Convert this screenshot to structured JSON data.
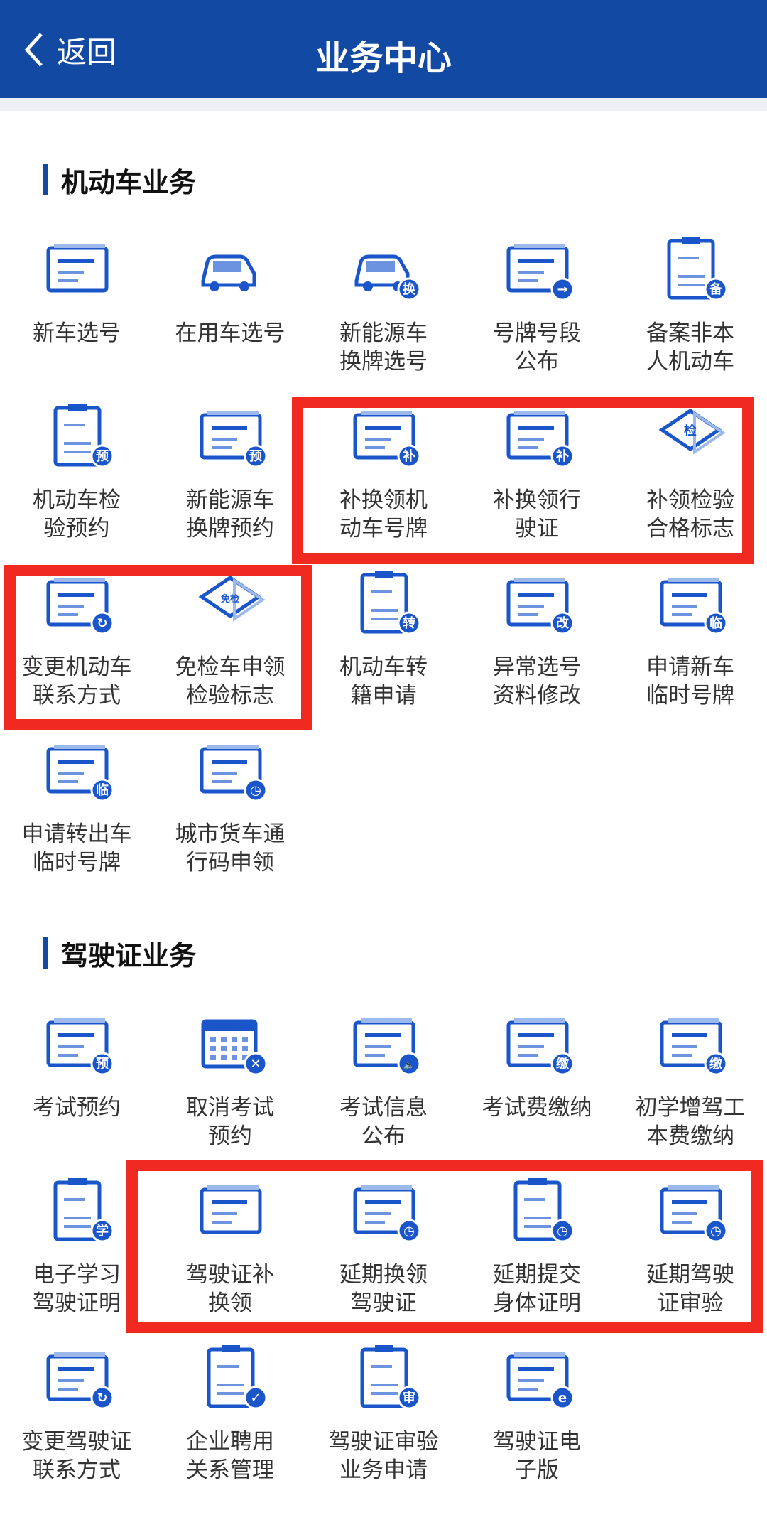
{
  "header": {
    "back_label": "返回",
    "title": "业务中心"
  },
  "colors": {
    "header": "#1249a3",
    "icon": "#1a56c9",
    "highlight": "#f02a20"
  },
  "sections": [
    {
      "title": "机动车业务",
      "items": [
        {
          "label": "新车选号",
          "icon": "plate-select-icon",
          "badge": ""
        },
        {
          "label": "在用车选号",
          "icon": "car-transfer-icon",
          "badge": ""
        },
        {
          "label": "新能源车\n换牌选号",
          "icon": "ev-car-icon",
          "badge": "换"
        },
        {
          "label": "号牌号段\n公布",
          "icon": "signboard-icon",
          "badge": "→"
        },
        {
          "label": "备案非本\n人机动车",
          "icon": "record-doc-icon",
          "badge": "备"
        },
        {
          "label": "机动车检\n验预约",
          "icon": "inspection-doc-icon",
          "badge": "预"
        },
        {
          "label": "新能源车\n换牌预约",
          "icon": "plate-icon",
          "badge": "预"
        },
        {
          "label": "补换领机\n动车号牌",
          "icon": "plate-icon",
          "badge": "补"
        },
        {
          "label": "补换领行\n驶证",
          "icon": "card-icon",
          "badge": "补"
        },
        {
          "label": "补领检验\n合格标志",
          "icon": "inspection-mark-icon",
          "badge": "检"
        },
        {
          "label": "变更机动车\n联系方式",
          "icon": "card-icon",
          "badge": "↻"
        },
        {
          "label": "免检车申领\n检验标志",
          "icon": "inspection-mark-icon",
          "badge": "免检"
        },
        {
          "label": "机动车转\n籍申请",
          "icon": "doc-icon",
          "badge": "转"
        },
        {
          "label": "异常选号\n资料修改",
          "icon": "plate-select-icon",
          "badge": "改"
        },
        {
          "label": "申请新车\n临时号牌",
          "icon": "card-icon",
          "badge": "临"
        },
        {
          "label": "申请转出车\n临时号牌",
          "icon": "signboard-icon",
          "badge": "临"
        },
        {
          "label": "城市货车通\n行码申领",
          "icon": "truck-pass-icon",
          "badge": "◷"
        }
      ]
    },
    {
      "title": "驾驶证业务",
      "items": [
        {
          "label": "考试预约",
          "icon": "card-icon",
          "badge": "预"
        },
        {
          "label": "取消考试\n预约",
          "icon": "calendar-icon",
          "badge": "✕"
        },
        {
          "label": "考试信息\n公布",
          "icon": "card-icon",
          "badge": "🔈"
        },
        {
          "label": "考试费缴纳",
          "icon": "card-icon",
          "badge": "缴"
        },
        {
          "label": "初学增驾工\n本费缴纳",
          "icon": "id-card-icon",
          "badge": "缴"
        },
        {
          "label": "电子学习\n驾驶证明",
          "icon": "learning-doc-icon",
          "badge": "学"
        },
        {
          "label": "驾驶证补\n换领",
          "icon": "id-card-icon",
          "badge": ""
        },
        {
          "label": "延期换领\n驾驶证",
          "icon": "id-card-icon",
          "badge": "◷"
        },
        {
          "label": "延期提交\n身体证明",
          "icon": "health-doc-icon",
          "badge": "◷"
        },
        {
          "label": "延期驾驶\n证审验",
          "icon": "id-card-icon",
          "badge": "◷"
        },
        {
          "label": "变更驾驶证\n联系方式",
          "icon": "phone-card-icon",
          "badge": "↻"
        },
        {
          "label": "企业聘用\n关系管理",
          "icon": "enterprise-doc-icon",
          "badge": "✓"
        },
        {
          "label": "驾驶证审验\n业务申请",
          "icon": "doc-icon",
          "badge": "审"
        },
        {
          "label": "驾驶证电\n子版",
          "icon": "id-card-icon",
          "badge": "e"
        }
      ]
    }
  ]
}
